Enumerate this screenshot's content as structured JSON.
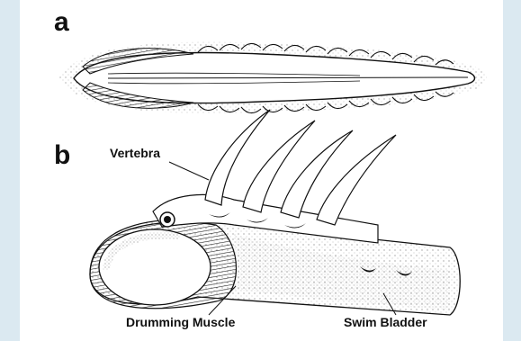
{
  "figure": {
    "panel_a": {
      "letter": "a"
    },
    "panel_b": {
      "letter": "b",
      "labels": {
        "vertebra": "Vertebra",
        "drumming_muscle": "Drumming Muscle",
        "swim_bladder": "Swim Bladder"
      }
    }
  },
  "colors": {
    "background": "#dbe9f1",
    "canvas": "#ffffff",
    "ink": "#111111"
  }
}
